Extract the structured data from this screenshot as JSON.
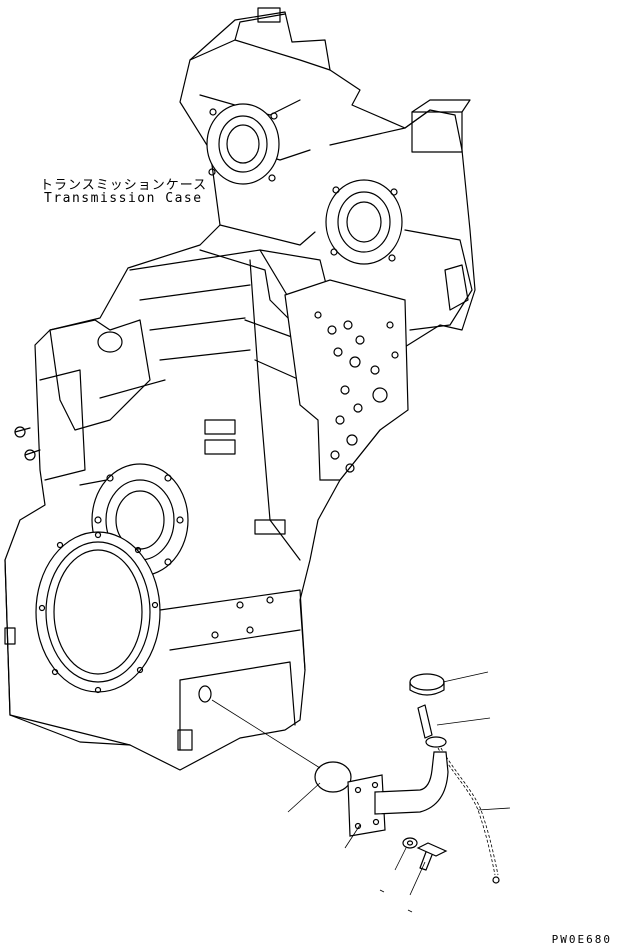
{
  "labels": {
    "part_name_jp": "トランスミッションケース",
    "part_name_en": "Transmission Case",
    "drawing_code": "PW0E680"
  },
  "icons": [
    "transmission-case-drawing",
    "cap-part",
    "dipstick-part",
    "chain-part",
    "cover-plate-part",
    "filler-tube-part",
    "washer-part",
    "bolt-part"
  ]
}
